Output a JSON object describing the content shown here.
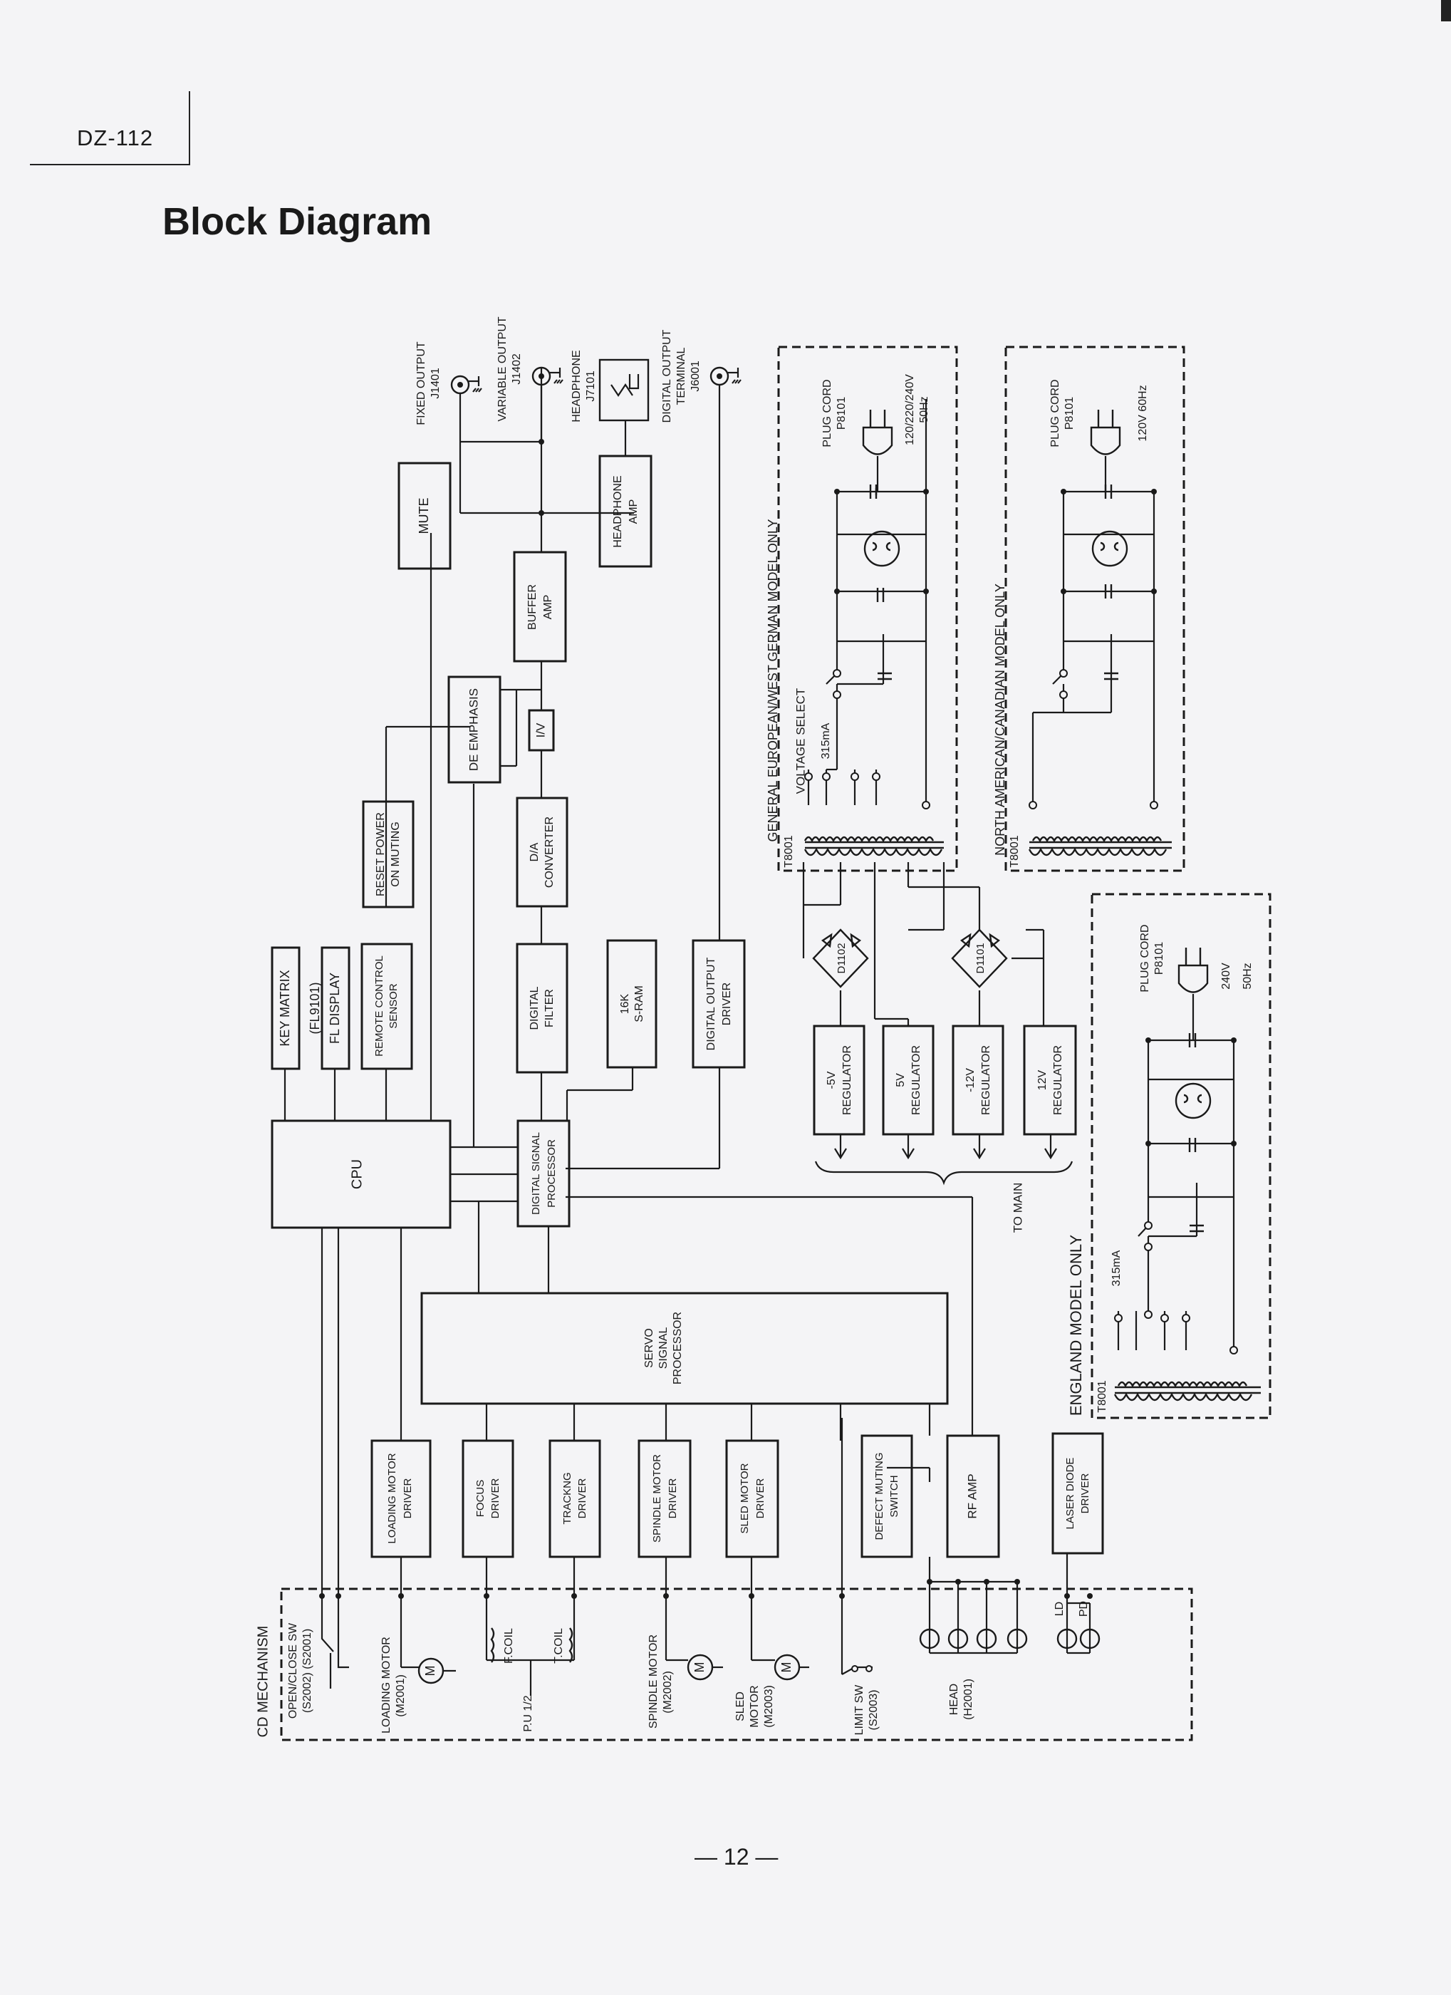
{
  "header": {
    "model": "DZ-112",
    "title": "Block Diagram"
  },
  "footer": {
    "page": "— 12 —"
  },
  "blocks": {
    "cpu": "CPU",
    "key_matrix": "KEY MATRIX",
    "fl_display": [
      "(FL9101)",
      "FL DISPLAY"
    ],
    "remote_sensor": [
      "REMOTE CONTROL",
      "SENSOR"
    ],
    "reset_power": [
      "RESET POWER",
      "ON MUTING"
    ],
    "mute": "MUTE",
    "de_emphasis": "DE EMPHASIS",
    "iv": "I/V",
    "buffer_amp": [
      "BUFFER",
      "AMP"
    ],
    "headphone_amp": [
      "HEADPHONE",
      "AMP"
    ],
    "da_converter": [
      "D/A",
      "CONVERTER"
    ],
    "digital_filter": [
      "DIGITAL",
      "FILTER"
    ],
    "sram": [
      "16K",
      "S-RAM"
    ],
    "digital_output_driver": [
      "DIGITAL OUTPUT",
      "DRIVER"
    ],
    "dsp": [
      "DIGITAL SIGNAL",
      "PROCESSOR"
    ],
    "servo": [
      "SERVO",
      "SIGNAL",
      "PROCESSOR"
    ],
    "loading_motor_driver": [
      "LOADING MOTOR",
      "DRIVER"
    ],
    "focus_driver": [
      "FOCUS",
      "DRIVER"
    ],
    "tracking_driver": [
      "TRACKNG",
      "DRIVER"
    ],
    "spindle_motor_driver": [
      "SPINDLE MOTOR",
      "DRIVER"
    ],
    "sled_motor_driver": [
      "SLED MOTOR",
      "DRIVER"
    ],
    "defect_muting_switch": [
      "DEFECT MUTING",
      "SWITCH"
    ],
    "rf_amp": "RF AMP",
    "laser_diode_driver": [
      "LASER DIODE",
      "DRIVER"
    ],
    "reg_m5": [
      "-5V",
      "REGULATOR"
    ],
    "reg_5": [
      "5V",
      "REGULATOR"
    ],
    "reg_m12": [
      "-12V",
      "REGULATOR"
    ],
    "reg_12": [
      "12V",
      "REGULATOR"
    ]
  },
  "outputs": {
    "fixed": [
      "FIXED OUTPUT",
      "J1401"
    ],
    "variable": [
      "VARIABLE OUTPUT",
      "J1402"
    ],
    "headphone": [
      "HEADPHONE",
      "J7101"
    ],
    "digital": [
      "DIGITAL OUTPUT",
      "TERMINAL",
      "J6001"
    ]
  },
  "mechanism": {
    "title": "CD MECHANISM",
    "open_close": [
      "OPEN/CLOSE SW",
      "(S2002) (S2001)"
    ],
    "loading_motor": [
      "LOADING MOTOR",
      "(M2001)"
    ],
    "pu": "P.U 1/2",
    "fcoil": "F.COIL",
    "tcoil": "T.COIL",
    "spindle_motor": [
      "SPINDLE MOTOR",
      "(M2002)"
    ],
    "sled_motor": [
      "SLED",
      "MOTOR",
      "(M2003)"
    ],
    "limit_sw": [
      "LIMIT SW",
      "(S2003)"
    ],
    "head": [
      "HEAD",
      "(H2001)"
    ],
    "ld": "LD",
    "pd": "PD",
    "motor_symbol": "M"
  },
  "power": {
    "eu_title": "GENERAL EUROPEAN/WEST GERMAN MODEL ONLY",
    "voltage_select": "VOLTAGE SELECT",
    "fuse_eu": "315mA",
    "t8001": "T8001",
    "plug_cord": [
      "PLUG CORD",
      "P8101"
    ],
    "eu_rating": [
      "120/220/240V",
      "50Hz"
    ],
    "na_title": "NORTH AMERICAN/CANADIAN MODEL ONLY",
    "na_rating": "120V 60Hz",
    "uk_title": "ENGLAND MODEL ONLY",
    "fuse_uk": "315mA",
    "uk_rating": [
      "240V",
      "50Hz"
    ],
    "d1102": "D1102",
    "d1101": "D1101",
    "to_main": "TO MAIN"
  }
}
